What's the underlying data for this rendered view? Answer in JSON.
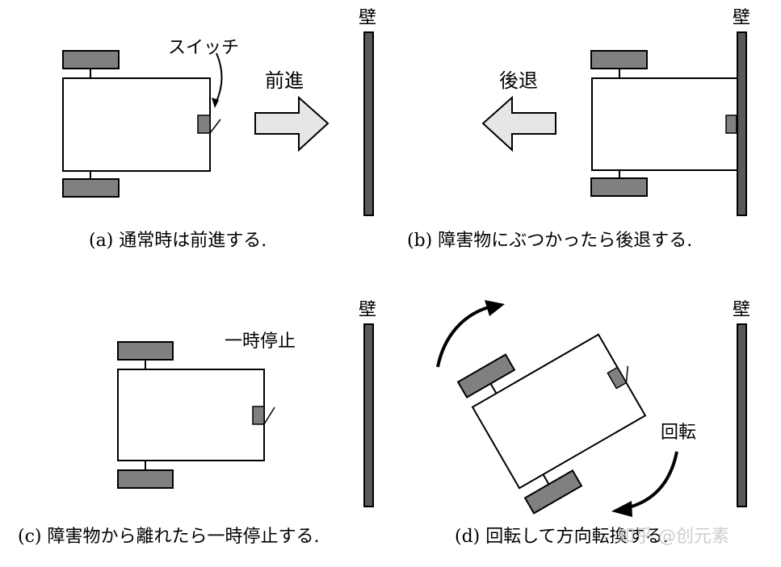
{
  "panels": {
    "a": {
      "caption": "(a) 通常時は前進する.",
      "wall_label": "壁",
      "switch_label": "スイッチ",
      "action_label": "前進"
    },
    "b": {
      "caption": "(b) 障害物にぶつかったら後退する.",
      "wall_label": "壁",
      "action_label": "後退"
    },
    "c": {
      "caption": "(c) 障害物から離れたら一時停止する.",
      "wall_label": "壁",
      "action_label": "一時停止"
    },
    "d": {
      "caption": "(d) 回転して方向転換する.",
      "wall_label": "壁",
      "action_label": "回転"
    }
  },
  "watermark": "知乎 @创元素",
  "colors": {
    "wheel": "#808080",
    "wall": "#595959",
    "arrow_fill": "#e6e6e6",
    "outline": "#000000"
  }
}
